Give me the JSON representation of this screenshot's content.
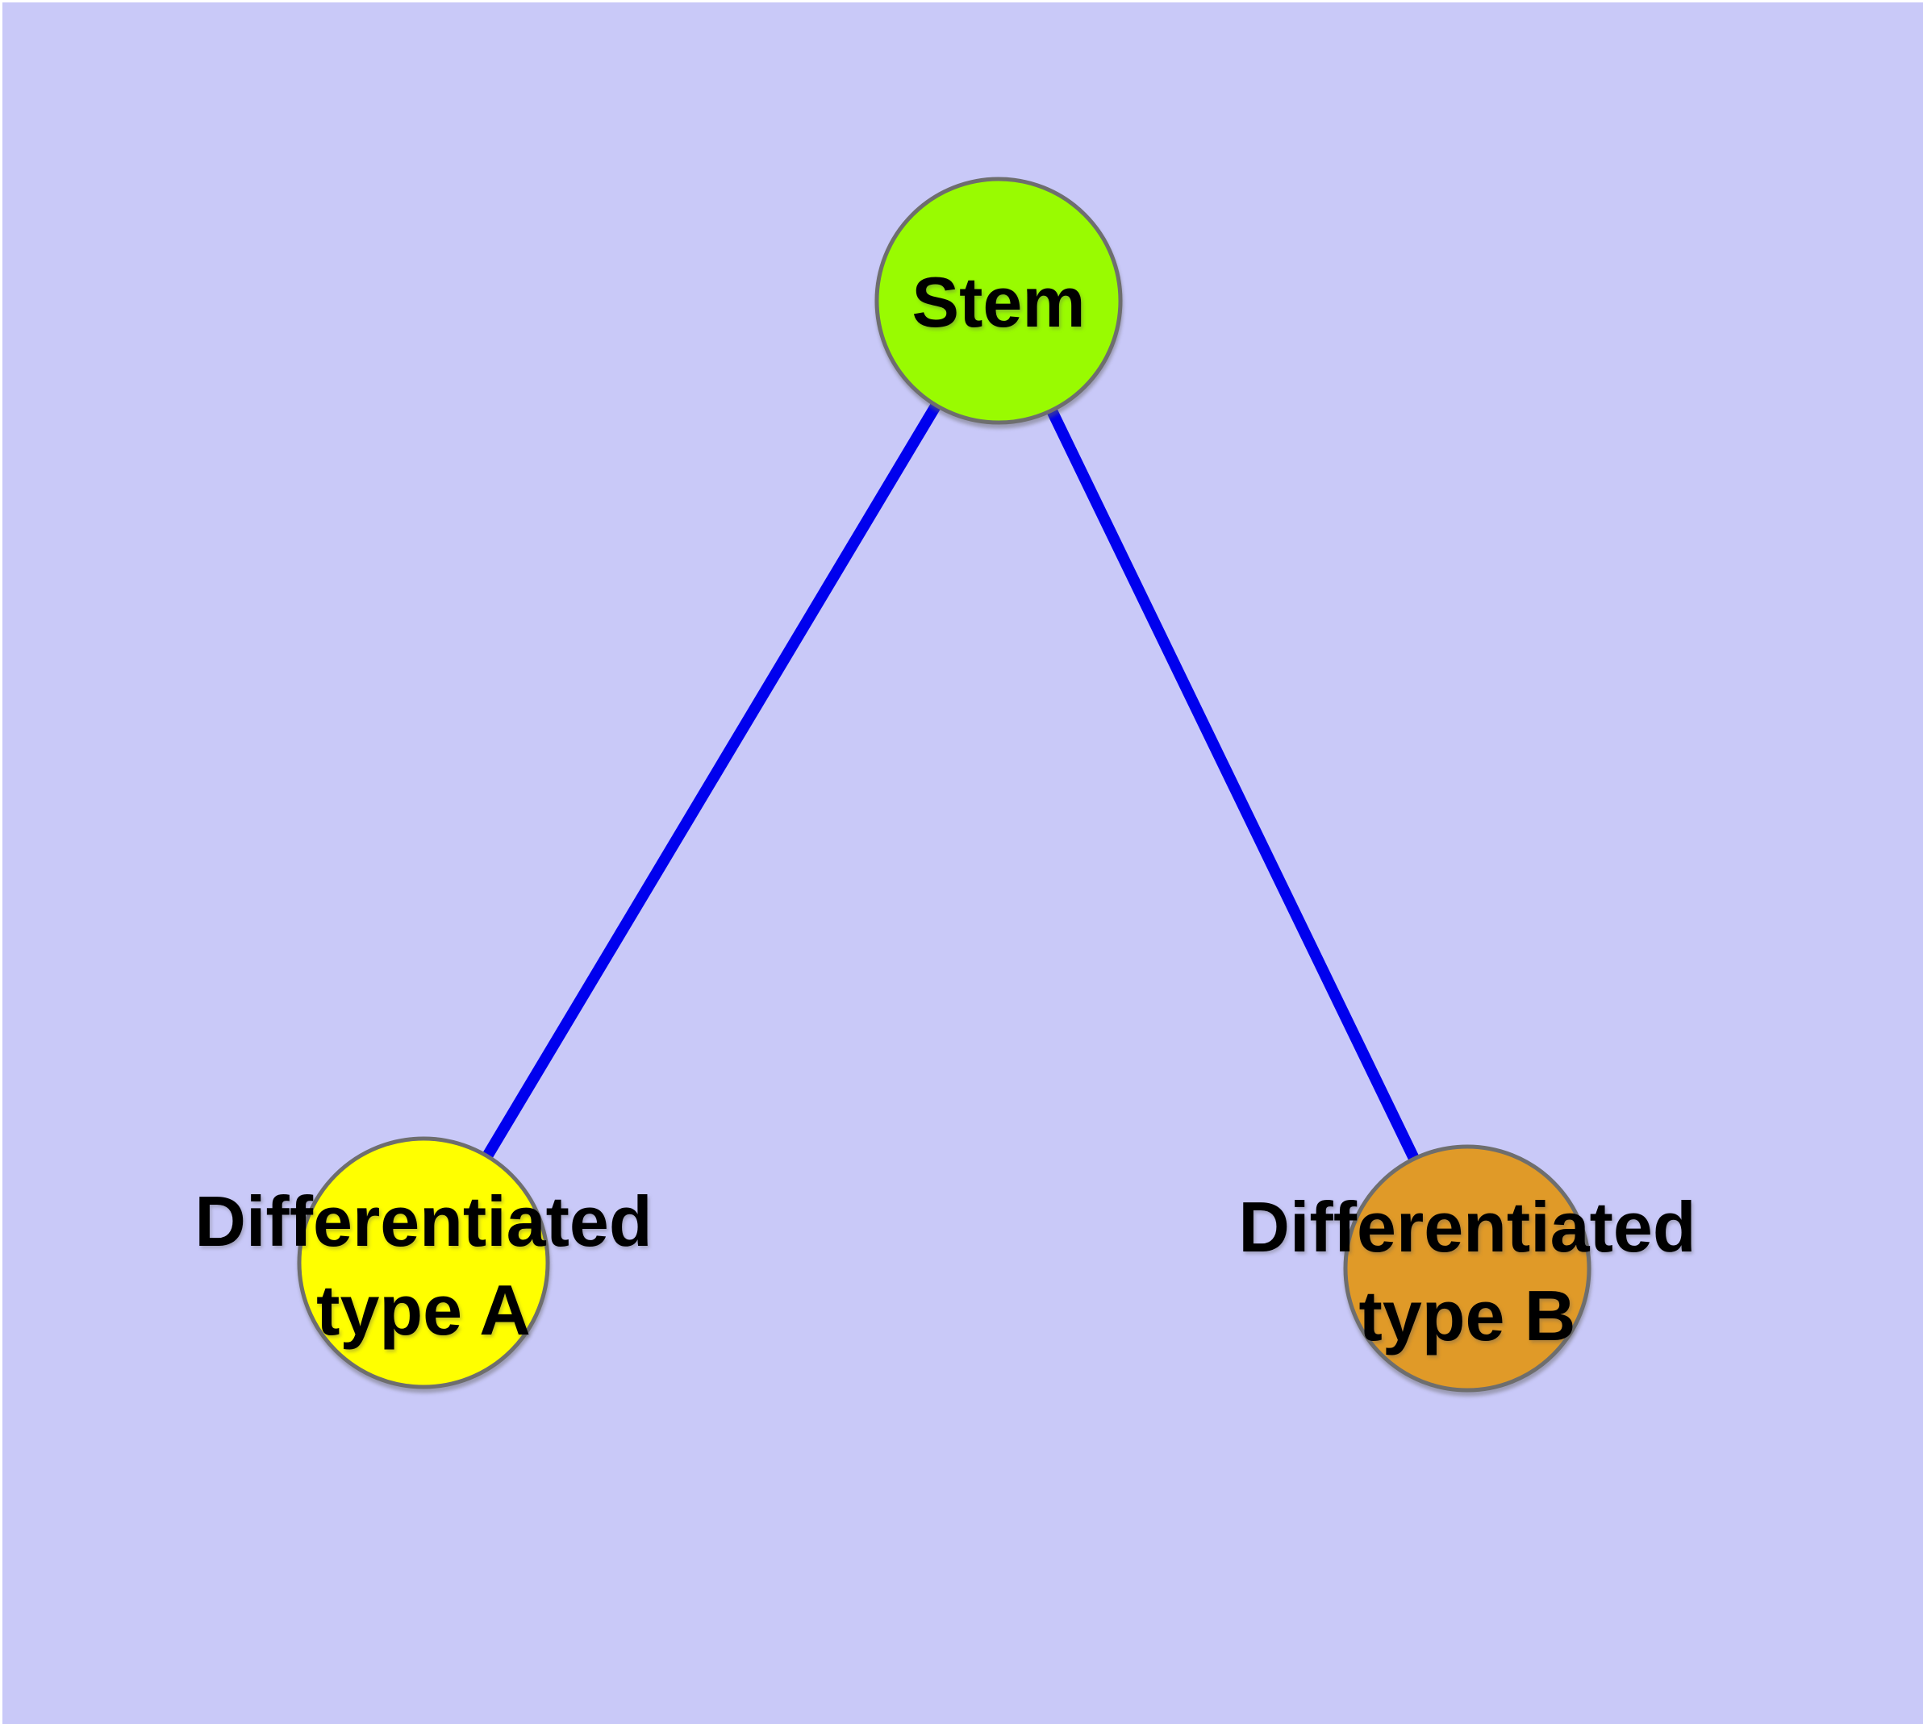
{
  "figure": {
    "type": "node-link-diagram",
    "frame_color": "#FFFFFF",
    "background_color": "#C9C9F8"
  },
  "nodes": [
    {
      "label": "Stem",
      "fill_color": "#99FB01",
      "border_color": "#6E6E6E",
      "text_color": "#000000"
    },
    {
      "label": "Differentiated type A",
      "label_lines": [
        "Differentiated",
        "type A"
      ],
      "fill_color": "#FFFF00",
      "border_color": "#6E6E6E",
      "text_color": "#000000"
    },
    {
      "label": "Differentiated type B",
      "label_lines": [
        "Differentiated",
        "type B"
      ],
      "fill_color": "#E09A28",
      "border_color": "#6E6E6E",
      "text_color": "#000000"
    }
  ],
  "edges": [
    {
      "from": "Stem",
      "to": "Differentiated type A",
      "color": "#0000EE"
    },
    {
      "from": "Stem",
      "to": "Differentiated type B",
      "color": "#0000EE"
    }
  ]
}
